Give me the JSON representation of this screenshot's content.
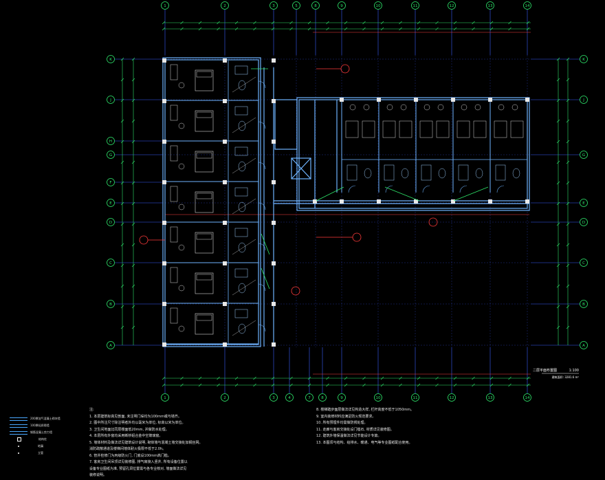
{
  "plan": {
    "title": "二层平面布置图",
    "scale": "1:100",
    "subtitle": "建筑面积: 3281.6 m²"
  },
  "grid_top": [
    "1",
    "2",
    "3",
    "5",
    "8",
    "9",
    "10",
    "11",
    "12",
    "13",
    "14"
  ],
  "grid_bottom": [
    "1",
    "2",
    "3",
    "4",
    "7",
    "8",
    "9",
    "10",
    "11",
    "12",
    "13",
    "14"
  ],
  "grid_rows_left": [
    "K",
    "J",
    "H",
    "G",
    "F",
    "E",
    "D",
    "C",
    "B",
    "A"
  ],
  "grid_rows_right": [
    "K",
    "J",
    "G",
    "E",
    "D",
    "C",
    "B",
    "A"
  ],
  "notes_left": [
    "注:",
    "1. 本层建筑标高见剖面, 未注明门垛均为100mm或与墙齐。",
    "2. 图中所注尺寸除注明者外均以毫米为单位, 标高以米为单位。",
    "3. 卫生间地面比同层楼面低20mm, 并做防水处理。",
    "4. 本层所有外窗均采用断桥铝合金中空玻璃窗。",
    "5. 墙体材料及做法详见建筑设计说明, 砌体墙与混凝土墙交接处加钢丝网。",
    "   消防疏散通道及楼梯间墙体耐火极限不低于2.0h。",
    "6. 管井检修门为丙级防火门, 门底设100mm高门槛。",
    "7. 客房卫生间吊顶详见装修图, 排气扇接入竖井, 所有设备位置以",
    "   设备专业图纸为准, 预留孔洞位置需与各专业核对, 墙面做法详见",
    "   装修说明。"
  ],
  "notes_right": [
    "8. 楼梯踏步面层做法详见构造大样, 栏杆高度不低于1050mm。",
    "9. 室内装修材料应满足防火规范要求。",
    "10. 所有预埋件均需做防锈处理。",
    "11. 走廊与客房交接处设门槛石, 材质详见装修图。",
    "12. 建筑外墙保温做法详见节能设计专篇。",
    "13. 本图须与结构、给排水、暖通、电气等专业图纸配合使用。"
  ],
  "legend": [
    {
      "kind": "line",
      "label": "200厚加气混凝土砌块墙"
    },
    {
      "kind": "line",
      "label": "100厚轻质隔墙"
    },
    {
      "kind": "line",
      "label": "钢筋混凝土剪力墙"
    },
    {
      "kind": "square",
      "label": "结构柱"
    },
    {
      "kind": "dot",
      "label": "地漏"
    },
    {
      "kind": "dot",
      "label": "立管"
    }
  ],
  "colors": {
    "background": "#000000",
    "wall": "#6fb4ff",
    "grid": "#3a5dff",
    "dimension": "#2ee66b",
    "column": "#e8e8e8",
    "annotation": "#ff3b3b",
    "furniture": "#d6d6d6"
  }
}
